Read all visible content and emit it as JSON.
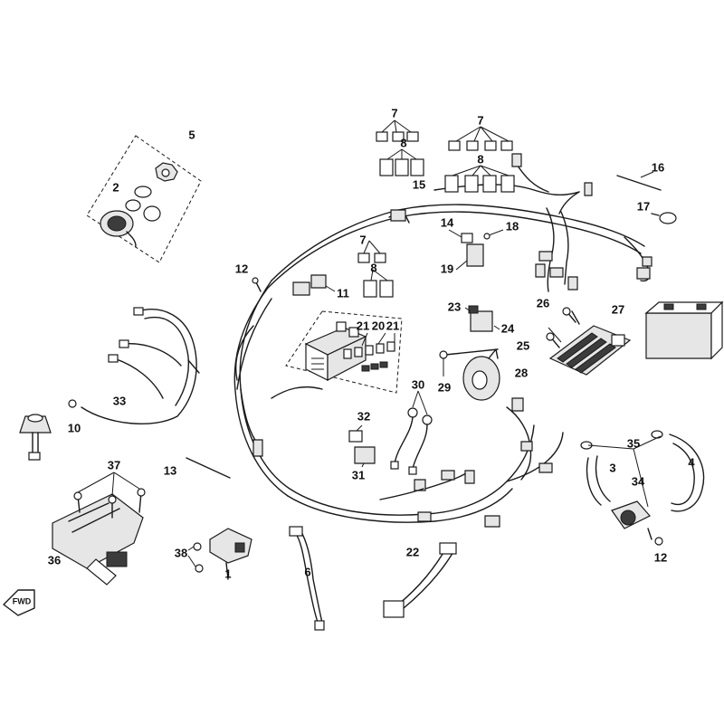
{
  "callouts": [
    {
      "id": "c5",
      "text": "5"
    },
    {
      "id": "c2",
      "text": "2"
    },
    {
      "id": "c7a",
      "text": "7"
    },
    {
      "id": "c8a",
      "text": "8"
    },
    {
      "id": "c7b",
      "text": "7"
    },
    {
      "id": "c8b",
      "text": "8"
    },
    {
      "id": "c15",
      "text": "15"
    },
    {
      "id": "c16",
      "text": "16"
    },
    {
      "id": "c17",
      "text": "17"
    },
    {
      "id": "c14",
      "text": "14"
    },
    {
      "id": "c18",
      "text": "18"
    },
    {
      "id": "c19",
      "text": "19"
    },
    {
      "id": "c7c",
      "text": "7"
    },
    {
      "id": "c8c",
      "text": "8"
    },
    {
      "id": "c12a",
      "text": "12"
    },
    {
      "id": "c11",
      "text": "11"
    },
    {
      "id": "c21a",
      "text": "21"
    },
    {
      "id": "c20",
      "text": "20"
    },
    {
      "id": "c21b",
      "text": "21"
    },
    {
      "id": "c23",
      "text": "23"
    },
    {
      "id": "c24",
      "text": "24"
    },
    {
      "id": "c26",
      "text": "26"
    },
    {
      "id": "c27",
      "text": "27"
    },
    {
      "id": "c25",
      "text": "25"
    },
    {
      "id": "c29",
      "text": "29"
    },
    {
      "id": "c28",
      "text": "28"
    },
    {
      "id": "c30",
      "text": "30"
    },
    {
      "id": "c33",
      "text": "33"
    },
    {
      "id": "c10",
      "text": "10"
    },
    {
      "id": "c32",
      "text": "32"
    },
    {
      "id": "c31",
      "text": "31"
    },
    {
      "id": "c13",
      "text": "13"
    },
    {
      "id": "c37",
      "text": "37"
    },
    {
      "id": "c36",
      "text": "36"
    },
    {
      "id": "c38",
      "text": "38"
    },
    {
      "id": "c1",
      "text": "1"
    },
    {
      "id": "c6",
      "text": "6"
    },
    {
      "id": "c22",
      "text": "22"
    },
    {
      "id": "c35",
      "text": "35"
    },
    {
      "id": "c3",
      "text": "3"
    },
    {
      "id": "c4",
      "text": "4"
    },
    {
      "id": "c34",
      "text": "34"
    },
    {
      "id": "c12b",
      "text": "12"
    }
  ],
  "logo_mark": "FWD"
}
